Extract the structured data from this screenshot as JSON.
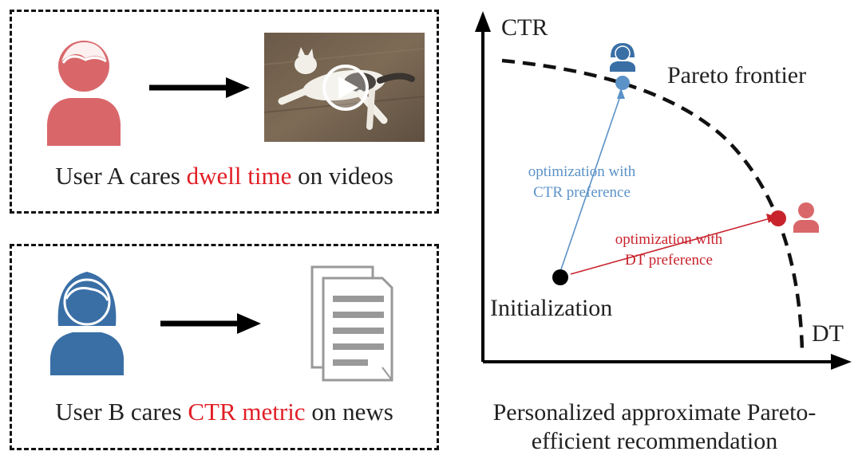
{
  "panel_a": {
    "caption_pre": "User A cares ",
    "caption_highlight": "dwell time",
    "caption_post": " on videos",
    "user_icon": "user-male-icon",
    "user_color": "#d9676a",
    "content_icon": "video-thumbnail-cat"
  },
  "panel_b": {
    "caption_pre": "User B cares ",
    "caption_highlight": "CTR metric",
    "caption_post": " on news",
    "user_icon": "user-female-icon",
    "user_color": "#3a6fa6",
    "content_icon": "news-documents-icon"
  },
  "chart": {
    "y_axis_label": "CTR",
    "x_axis_label": "DT",
    "frontier_label": "Pareto frontier",
    "init_label": "Initialization",
    "ctr_pref_line1": "optimization with",
    "ctr_pref_line2": "CTR preference",
    "dt_pref_line1": "optimization with",
    "dt_pref_line2": "DT preference",
    "ctr_color": "#5b92c8",
    "dt_color": "#c8232c",
    "init_color": "#000000"
  },
  "bottom_title_line1": "Personalized approximate Pareto-",
  "bottom_title_line2": "efficient recommendation"
}
